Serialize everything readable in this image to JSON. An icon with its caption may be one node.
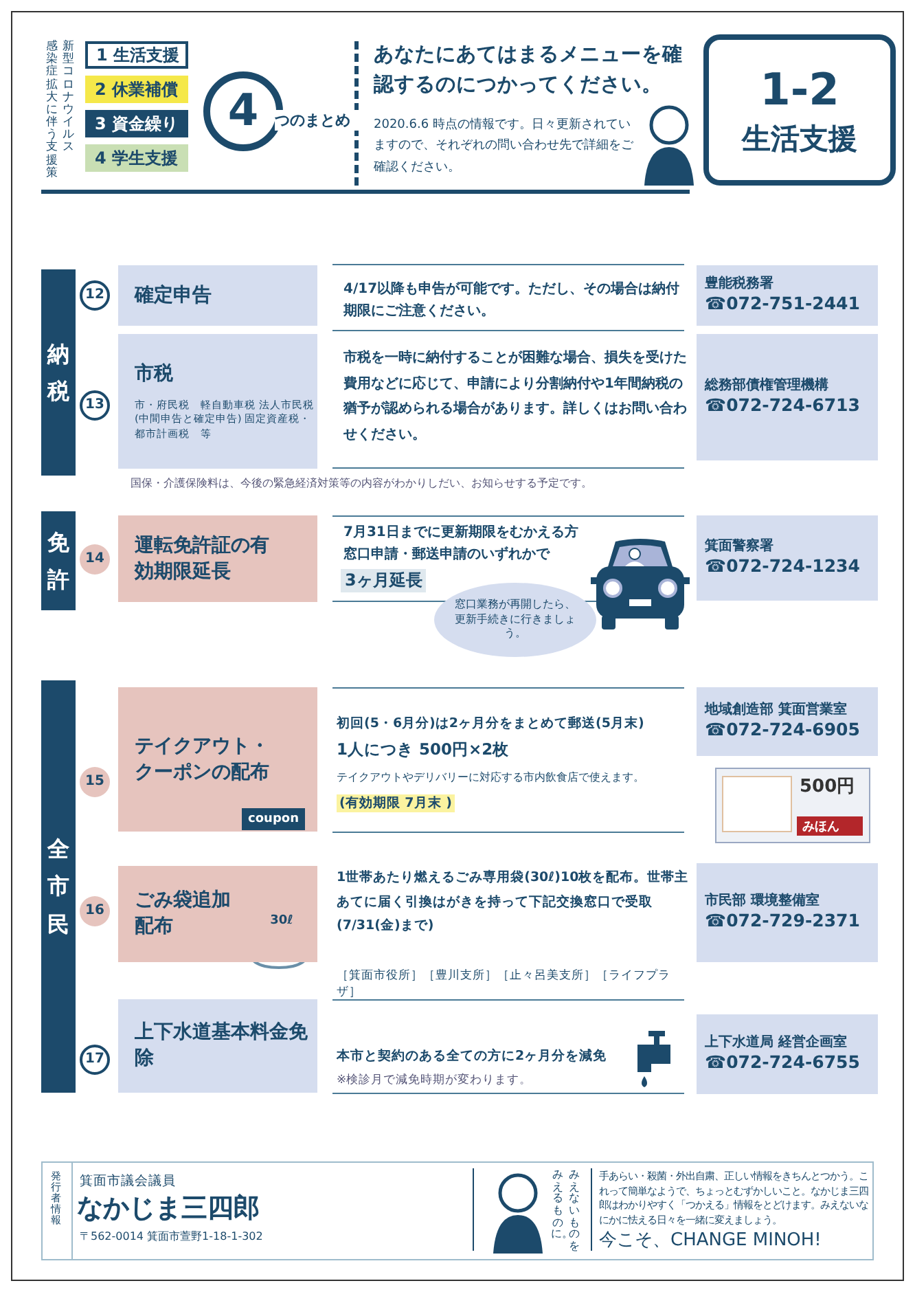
{
  "diagram": {
    "nodes": [
      {
        "text": [
          "1 生活支援"
        ]
      },
      {
        "text": [
          "2 休業補償"
        ]
      },
      {
        "text": [
          "3 資金繰り"
        ]
      },
      {
        "text": [
          "4 学生支援"
        ]
      },
      {
        "text": [
          "4"
        ],
        "beside": [
          "つのまとめ"
        ]
      },
      {
        "text": [
          "1-2",
          "生活支援"
        ]
      },
      {
        "text": [
          "納税"
        ]
      },
      {
        "text": [
          "12"
        ]
      },
      {
        "text": [
          "確定申告"
        ]
      },
      {
        "text": [
          "豊能税務署",
          "☎072-751-2441"
        ]
      },
      {
        "text": [
          "13"
        ]
      },
      {
        "text": [
          "市税",
          "市・府民税　軽自動車税 法人市民税(中間申告と確定申告) 固定資産税・都市計画税　等"
        ]
      },
      {
        "text": [
          "総務部債権管理機構",
          "☎072-724-6713"
        ]
      },
      {
        "text": [
          "免許"
        ]
      },
      {
        "text": [
          "14"
        ]
      },
      {
        "text": [
          "運転免許証の有効期限延長"
        ]
      },
      {
        "text": [
          "箕面警察署",
          "☎072-724-1234"
        ]
      },
      {
        "text": [
          "窓口業務が再開したら、更新手続きに行きましょう。"
        ]
      },
      {
        "text": [
          "全市民"
        ]
      },
      {
        "text": [
          "15"
        ]
      },
      {
        "text": [
          "テイクアウト・クーポンの配布"
        ]
      },
      {
        "text": [
          "地域創造部 箕面営業室",
          "☎072-724-6905"
        ]
      },
      {
        "text": [
          "16"
        ]
      },
      {
        "text": [
          "ごみ袋追加配布"
        ]
      },
      {
        "text": [
          "市民部 環境整備室",
          "☎072-729-2371"
        ]
      },
      {
        "text": [
          "17"
        ]
      },
      {
        "text": [
          "上下水道基本料金免除"
        ]
      },
      {
        "text": [
          "上下水道局 経営企画室",
          "☎072-724-6755"
        ]
      }
    ],
    "edges": [],
    "labels": [
      "新型コロナウイルス",
      "感染症拡大に伴う支援策",
      "あなたにあてはまるメニューを確認するのにつかってください。",
      "2020.6.6 時点の情報です。日々更新されていますので、それぞれの問い合わせ先で詳細をご確認ください。",
      "4/17以降も申告が可能です。ただし、その場合は納付期限にご注意ください。",
      "市税を一時に納付することが困難な場合、損失を受けた費用などに応じて、申請により分割納付や1年間納税の猶予が認められる場合があります。詳しくはお問い合わせください。",
      "国保・介護保険料は、今後の緊急経済対策等の内容がわかりしだい、お知らせする予定です。",
      "7月31日までに更新期限をむかえる方窓口申請・郵送申請のいずれかで",
      "3ヶ月延長",
      "初回(5・6月分)は2ヶ月分をまとめて郵送(5月末)",
      "1人につき 500円×2枚",
      "テイクアウトやデリバリーに対応する市内飲食店で使えます。",
      "(有効期限 7月末 )",
      "coupon",
      "500円",
      "みほん",
      "1世帯あたり燃えるごみ専用袋(30ℓ)10枚を配布。世帯主あてに届く**引換はがき**を持って下記交換窓口で受取(7/31(金)まで)",
      "30ℓ",
      "［箕面市役所］［豊川支所］［止々呂美支所］［ライフプラザ］",
      "本市と契約のある全ての方に2ヶ月分を減免",
      "※検診月で減免時期が変わります。",
      "発行者情報",
      "箕面市議会議員",
      "なかじま三四郎",
      "〒562-0014 箕面市萱野1-18-1-302",
      "みえないものを",
      "みえるものに。",
      "手あらい・殺菌・外出自粛、正しい情報をきちんとつかう。これって簡単なようで、ちょっとむずかしいこと。なかじま三四郎はわかりやすく「つかえる」情報をとどけます。みえないなにかに怯える日々を一緒に変えましょう。",
      "今こそ、CHANGE MINOH!"
    ]
  }
}
